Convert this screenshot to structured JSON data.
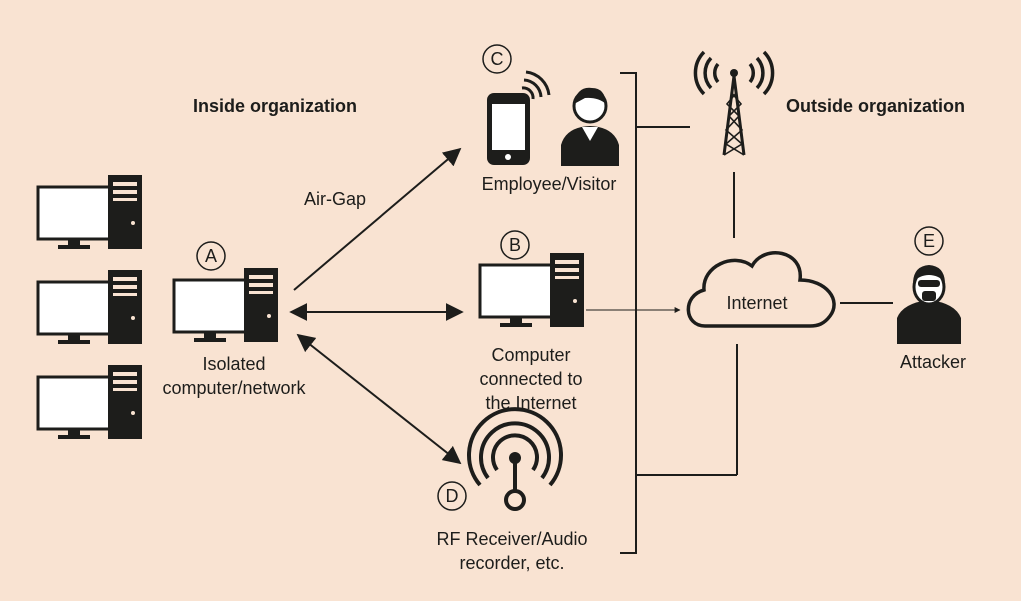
{
  "headings": {
    "inside": "Inside organization",
    "outside": "Outside organization"
  },
  "labels": {
    "air_gap": "Air-Gap",
    "employee": "Employee/Visitor",
    "isolated_1": "Isolated",
    "isolated_2": "computer/network",
    "connected_1": "Computer",
    "connected_2": "connected to",
    "connected_3": "the Internet",
    "rf_1": "RF Receiver/Audio",
    "rf_2": "recorder, etc.",
    "internet": "Internet",
    "attacker": "Attacker"
  },
  "markers": {
    "a": "A",
    "b": "B",
    "c": "C",
    "d": "D",
    "e": "E"
  },
  "colors": {
    "background": "#f9e3d2",
    "ink": "#1d1d1b",
    "monitor_fill": "#ffffff"
  },
  "icons": [
    "desktop-computer-icon",
    "smartphone-icon",
    "person-icon",
    "cell-tower-icon",
    "cloud-icon",
    "rf-receiver-icon",
    "hacker-icon"
  ]
}
